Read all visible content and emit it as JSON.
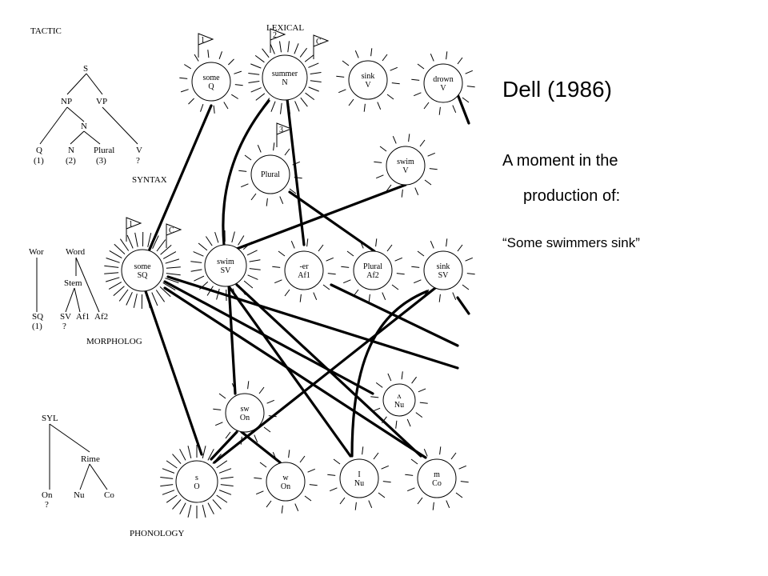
{
  "slide": {
    "title": "Dell (1986)",
    "line1": "A moment in the",
    "line2": "production of:",
    "quote": "“Some swimmers sink”"
  },
  "section_labels": {
    "tactic": "TACTIC",
    "lexical": "LEXICAL",
    "syntax": "SYNTAX",
    "morpholog": "MORPHOLOG",
    "phonology": "PHONOLOGY"
  },
  "trees": {
    "tactic": [
      "S",
      "NP",
      "VP",
      "N",
      "Q",
      "(1)",
      "N",
      "(2)",
      "Plural",
      "(3)",
      "V",
      "?"
    ],
    "morph": [
      "Wor",
      "SQ",
      "(1)",
      "Word",
      "Stem",
      "SV",
      "?",
      "Af1",
      "Af2"
    ],
    "syl": [
      "SYL",
      "Rime",
      "On",
      "?",
      "Nu",
      "Co"
    ]
  },
  "flags": [
    "1",
    "2",
    "C",
    "3",
    "1",
    "C"
  ],
  "nodes": [
    {
      "id": "some_q",
      "l1": "some",
      "l2": "Q"
    },
    {
      "id": "summer_n",
      "l1": "summer",
      "l2": "N"
    },
    {
      "id": "sink_v",
      "l1": "sink",
      "l2": "V"
    },
    {
      "id": "drown_v",
      "l1": "drown",
      "l2": "V"
    },
    {
      "id": "plural",
      "l1": "Plural",
      "l2": ""
    },
    {
      "id": "swim_v",
      "l1": "swim",
      "l2": "V"
    },
    {
      "id": "some_sq",
      "l1": "some",
      "l2": "SQ"
    },
    {
      "id": "swim_sv",
      "l1": "swim",
      "l2": "SV"
    },
    {
      "id": "er_af1",
      "l1": "-er",
      "l2": "Af1"
    },
    {
      "id": "plural_af2",
      "l1": "Plural",
      "l2": "Af2"
    },
    {
      "id": "sink_sv",
      "l1": "sink",
      "l2": "SV"
    },
    {
      "id": "a_nu",
      "l1": "ʌ",
      "l2": "Nu"
    },
    {
      "id": "sw_on",
      "l1": "sw",
      "l2": "On"
    },
    {
      "id": "s_o",
      "l1": "s",
      "l2": "O"
    },
    {
      "id": "w_on",
      "l1": "w",
      "l2": "On"
    },
    {
      "id": "i_nu",
      "l1": "I",
      "l2": "Nu"
    },
    {
      "id": "m_co",
      "l1": "m",
      "l2": "Co"
    }
  ]
}
